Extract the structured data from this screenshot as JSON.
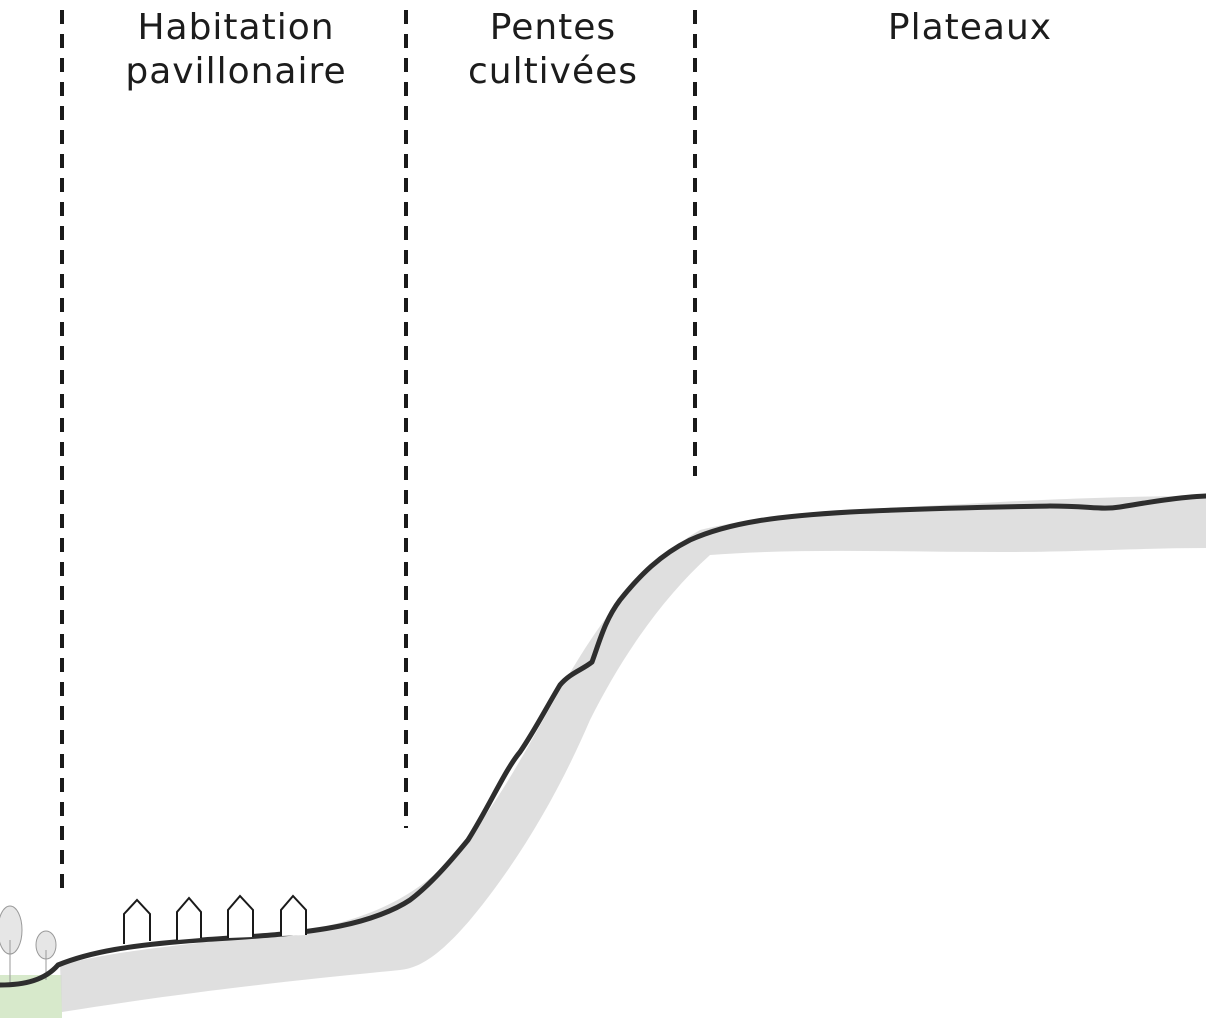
{
  "zones": [
    {
      "id": "habitation",
      "lines": [
        "Habitation",
        "pavillonaire"
      ]
    },
    {
      "id": "pentes",
      "lines": [
        "Pentes",
        "cultivées"
      ]
    },
    {
      "id": "plateaux",
      "lines": [
        "Plateaux"
      ]
    }
  ],
  "colors": {
    "ground_line": "#2e2e2e",
    "ground_fill": "#d9d9d9",
    "divider": "#1a1a1a",
    "houses": "#1a1a1a",
    "trees": "#9a9a9a",
    "grass": "#c6e0b5"
  },
  "icons": [
    "house-icon",
    "tree-icon"
  ]
}
